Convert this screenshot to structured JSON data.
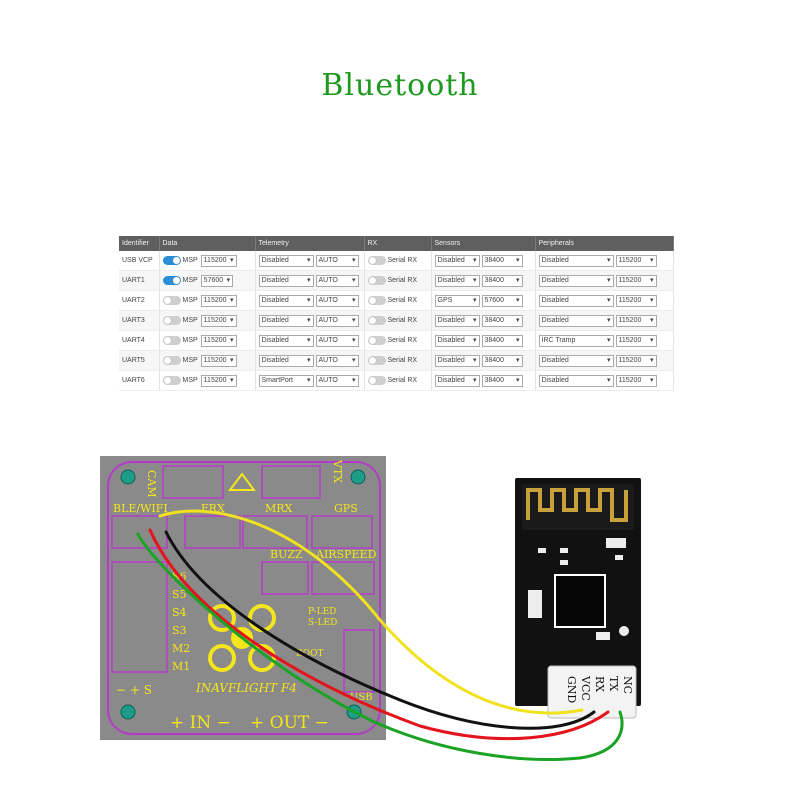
{
  "title": "Bluetooth",
  "table": {
    "headers": [
      "Identifier",
      "Data",
      "Telemetry",
      "RX",
      "Sensors",
      "Peripherals"
    ],
    "rows": [
      {
        "id": "USB VCP",
        "msp_on": true,
        "msp": "MSP",
        "baud": "115200",
        "telem": "Disabled",
        "telem_baud": "AUTO",
        "rx_on": false,
        "rx": "Serial RX",
        "sensor": "Disabled",
        "sensor_baud": "38400",
        "periph": "Disabled",
        "periph_baud": "115200"
      },
      {
        "id": "UART1",
        "msp_on": true,
        "msp": "MSP",
        "baud": "57600",
        "telem": "Disabled",
        "telem_baud": "AUTO",
        "rx_on": false,
        "rx": "Serial RX",
        "sensor": "Disabled",
        "sensor_baud": "38400",
        "periph": "Disabled",
        "periph_baud": "115200"
      },
      {
        "id": "UART2",
        "msp_on": false,
        "msp": "MSP",
        "baud": "115200",
        "telem": "Disabled",
        "telem_baud": "AUTO",
        "rx_on": false,
        "rx": "Serial RX",
        "sensor": "GPS",
        "sensor_baud": "57600",
        "periph": "Disabled",
        "periph_baud": "115200"
      },
      {
        "id": "UART3",
        "msp_on": false,
        "msp": "MSP",
        "baud": "115200",
        "telem": "Disabled",
        "telem_baud": "AUTO",
        "rx_on": false,
        "rx": "Serial RX",
        "sensor": "Disabled",
        "sensor_baud": "38400",
        "periph": "Disabled",
        "periph_baud": "115200"
      },
      {
        "id": "UART4",
        "msp_on": false,
        "msp": "MSP",
        "baud": "115200",
        "telem": "Disabled",
        "telem_baud": "AUTO",
        "rx_on": false,
        "rx": "Serial RX",
        "sensor": "Disabled",
        "sensor_baud": "38400",
        "periph": "IRC Tramp",
        "periph_baud": "115200"
      },
      {
        "id": "UART5",
        "msp_on": false,
        "msp": "MSP",
        "baud": "115200",
        "telem": "Disabled",
        "telem_baud": "AUTO",
        "rx_on": false,
        "rx": "Serial RX",
        "sensor": "Disabled",
        "sensor_baud": "38400",
        "periph": "Disabled",
        "periph_baud": "115200"
      },
      {
        "id": "UART6",
        "msp_on": false,
        "msp": "MSP",
        "baud": "115200",
        "telem": "SmartPort",
        "telem_baud": "AUTO",
        "rx_on": false,
        "rx": "Serial RX",
        "sensor": "Disabled",
        "sensor_baud": "38400",
        "periph": "Disabled",
        "periph_baud": "115200"
      }
    ]
  },
  "board": {
    "labels": {
      "cam": "CAM",
      "vtx": "VTX",
      "ble": "BLE/WIFI",
      "frx": "FRX",
      "mrx": "MRX",
      "gps": "GPS",
      "buzz": "BUZZ",
      "airspeed": "AIRSPEED",
      "s6": "S6",
      "s5": "S5",
      "s4": "S4",
      "s3": "S3",
      "m2": "M2",
      "m1": "M1",
      "pled": "P-LED",
      "sled": "S-LED",
      "boot": "BOOT",
      "usb": "USB",
      "power": "− + S",
      "brand": "INAVFLIGHT F4",
      "in": "+ IN −",
      "out": "+ OUT −"
    },
    "colors": {
      "board": "#8a8a8a",
      "outline": "#b53cc8",
      "silk": "#f5e51b",
      "hole": "#1e9c8a"
    }
  },
  "module": {
    "pins": [
      "GND",
      "VCC",
      "RX",
      "TX",
      "NC"
    ],
    "color": "#111111"
  },
  "wires": {
    "colors": [
      "#f0e21e",
      "#111111",
      "#e3141c",
      "#1aa324"
    ]
  }
}
